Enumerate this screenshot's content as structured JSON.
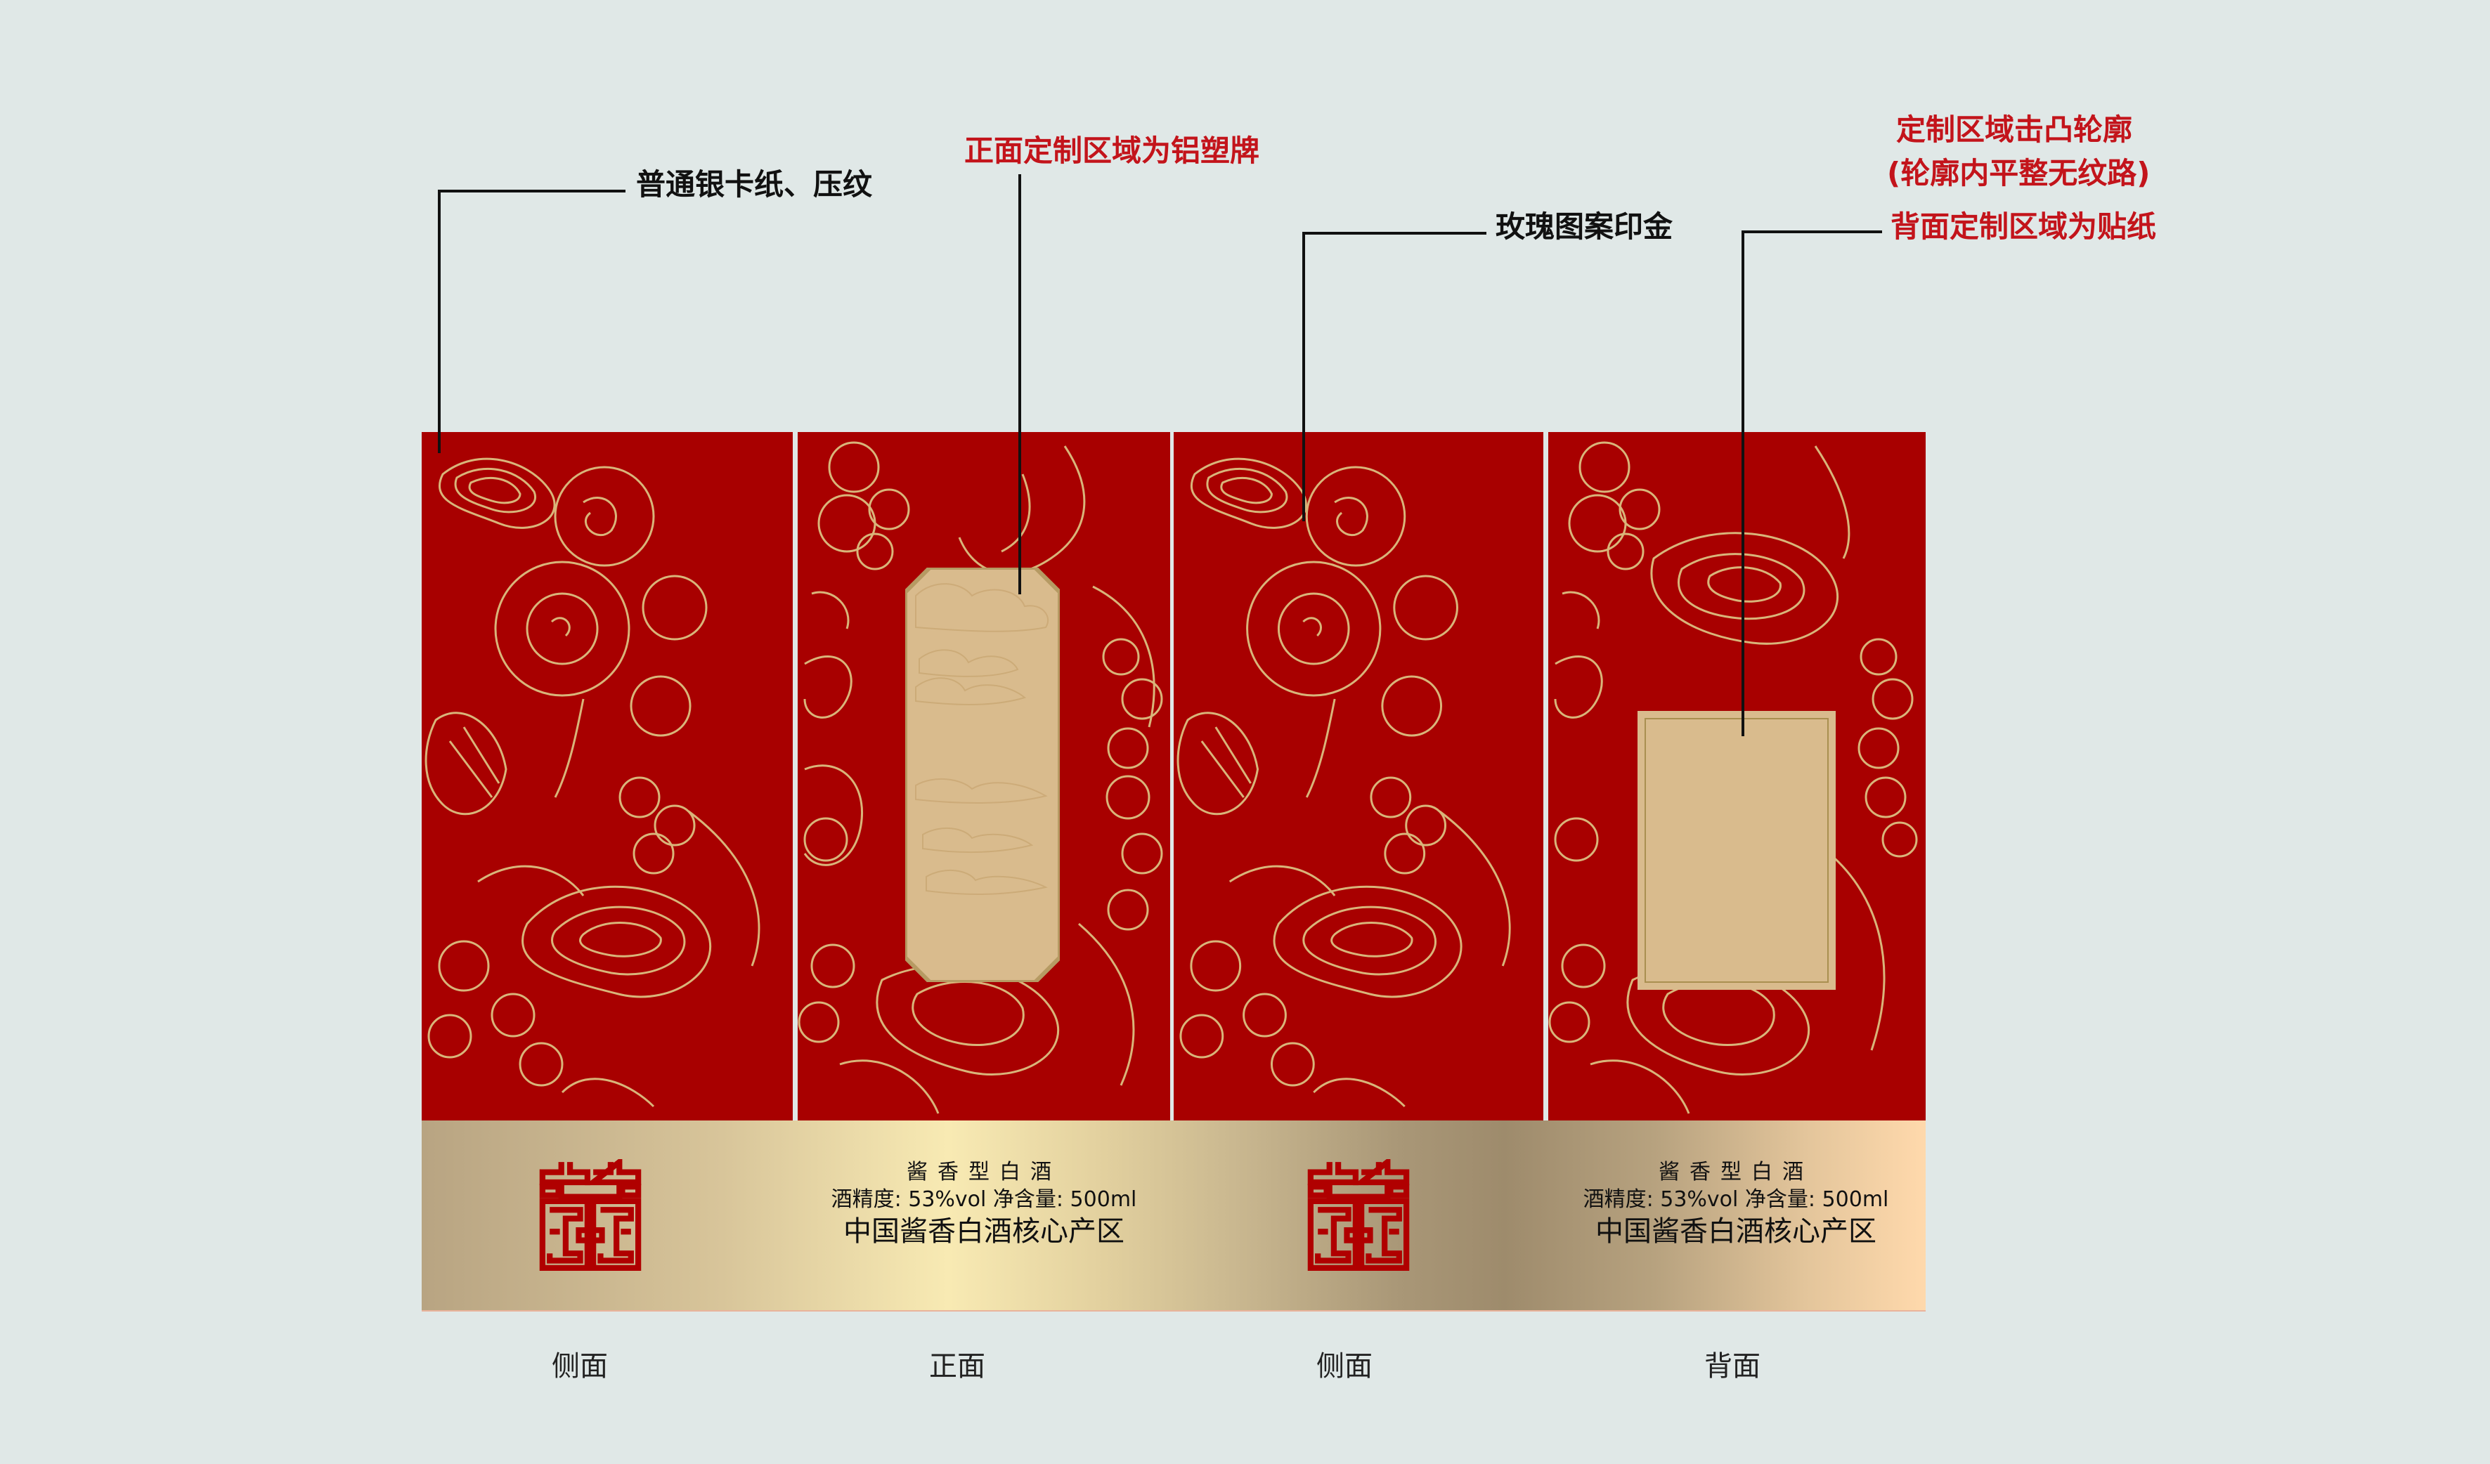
{
  "callouts": {
    "paper": "普通银卡纸、压纹",
    "front_custom": "正面定制区域为铝塑牌",
    "rose_gold": "玫瑰图案印金",
    "emboss_line1": "定制区域击凸轮廓",
    "emboss_line2": "(轮廓内平整无纹路)",
    "back_custom": "背面定制区域为贴纸"
  },
  "panels": [
    {
      "face": "侧面",
      "type": "side"
    },
    {
      "face": "正面",
      "type": "front"
    },
    {
      "face": "侧面",
      "type": "side"
    },
    {
      "face": "背面",
      "type": "back"
    }
  ],
  "label": {
    "type_line": "酱香型白酒",
    "spec_line": "酒精度: 53%vol  净含量: 500ml",
    "origin_line": "中国酱香白酒核心产区"
  },
  "symbols": {
    "double_happiness": "double-happiness-icon"
  },
  "colors": {
    "background": "#e0e8e7",
    "panel_red": "#a80000",
    "gold_line": "#d9b57a",
    "plaque": "#d9bb8d",
    "callout_red": "#c3141b",
    "symbol_red": "#b00000"
  }
}
